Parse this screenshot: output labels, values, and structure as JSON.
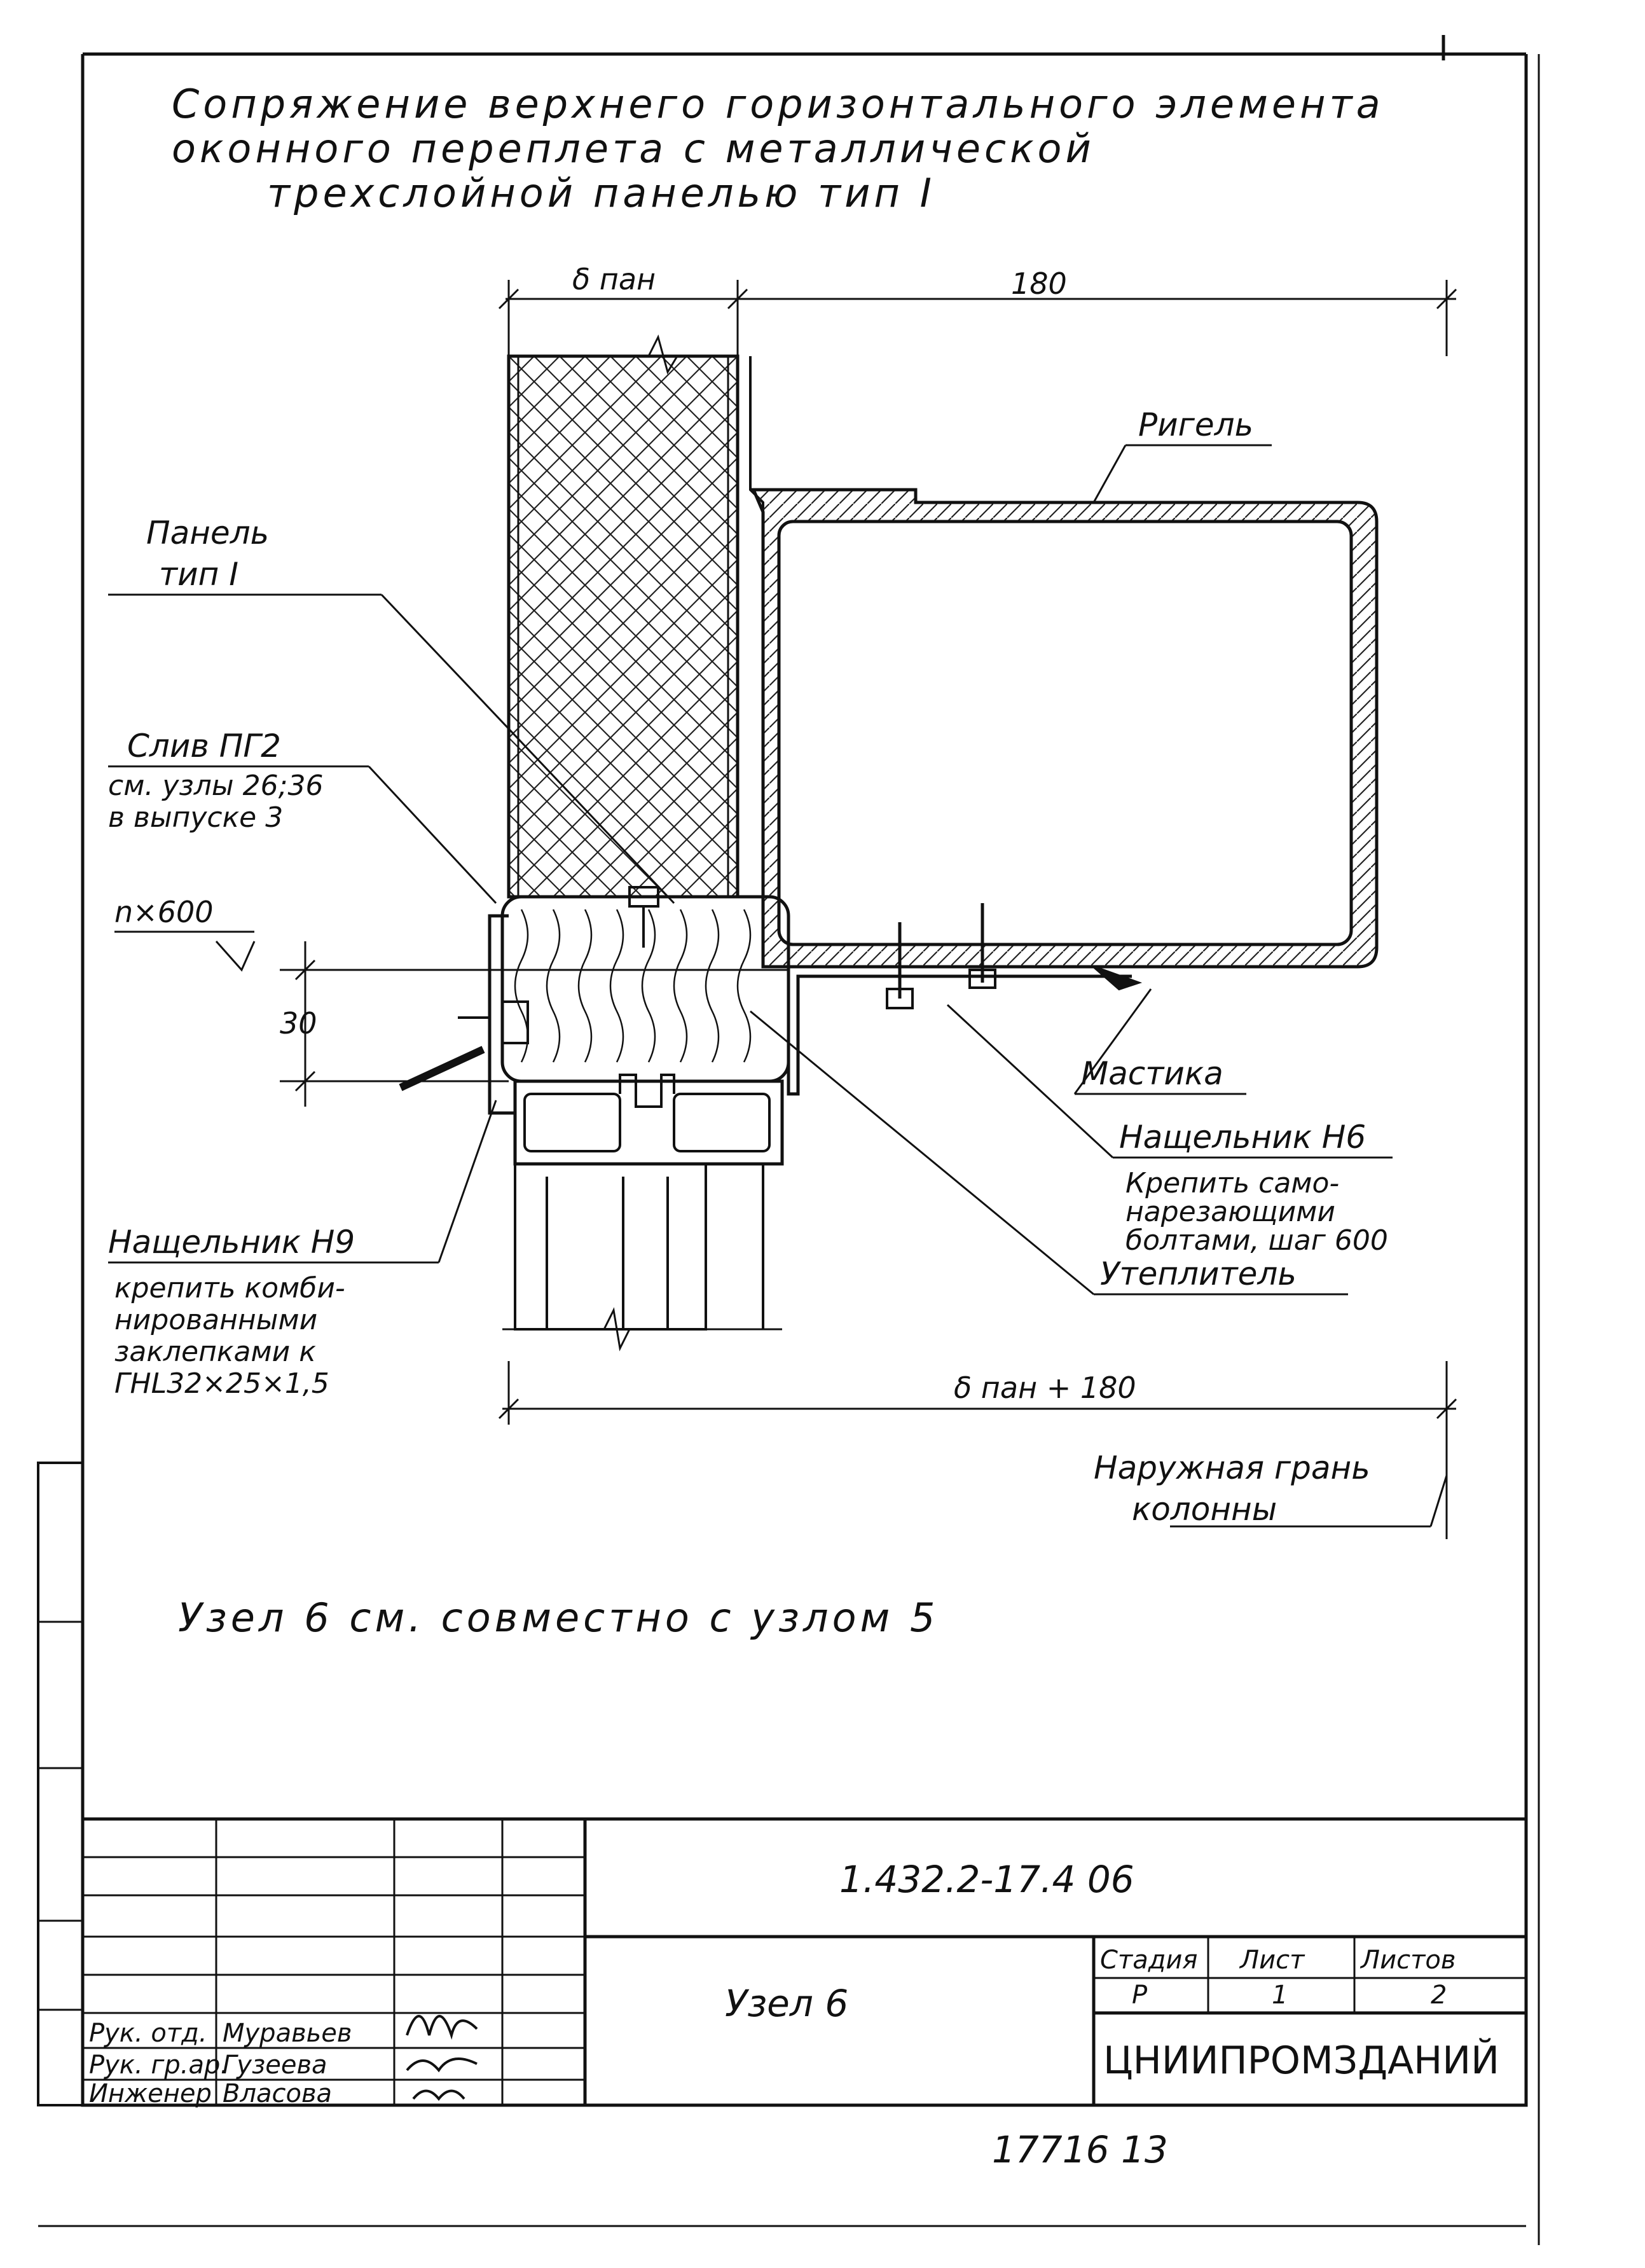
{
  "title": {
    "line1": "Сопряжение верхнего горизонтального элемента",
    "line2": "оконного переплета с металлической",
    "line3": "трехслойной панелью тип I"
  },
  "dimensions": {
    "panel_thickness": "δ пан",
    "ригель_width": "180",
    "total_width": "δ пан + 180",
    "step": "n×600",
    "gap": "30"
  },
  "callouts": {
    "rigel": "Ригель",
    "panel_line1": "Панель",
    "panel_line2": "тип I",
    "sliv_line1": "Слив ПГ2",
    "sliv_line2": "см. узлы 26;36",
    "sliv_line3": "в выпуске 3",
    "mastic": "Мастика",
    "nashchelnik_h6": "Нащельник Н6",
    "h6_note1": "Крепить само-",
    "h6_note2": "нарезающими",
    "h6_note3": "болтами, шаг 600",
    "insulation": "Утеплитель",
    "nashchelnik_h9": "Нащельник Н9",
    "h9_note1": "крепить комби-",
    "h9_note2": "нированными",
    "h9_note3": "заклепками к",
    "h9_note4": "ГНL32×25×1,5",
    "column_line1": "Наружная грань",
    "column_line2": "колонны"
  },
  "note": "Узел 6 см. совместно с узлом 5",
  "title_block": {
    "doc_code": "1.432.2-17.4 06",
    "sheet_name": "Узел 6",
    "stage_header": "Стадия",
    "sheet_header": "Лист",
    "sheets_header": "Листов",
    "stage": "Р",
    "sheet": "1",
    "sheets": "2",
    "organization": "ЦНИИПРОМЗДАНИЙ",
    "rows": [
      {
        "role": "Рук. отд.",
        "name": "Муравьев"
      },
      {
        "role": "Рук. гр.ар.",
        "name": "Гузеева"
      },
      {
        "role": "Инженер",
        "name": "Власова"
      }
    ],
    "footer_number": "17716 13"
  },
  "colors": {
    "ink": "#111111",
    "paper": "#ffffff"
  }
}
